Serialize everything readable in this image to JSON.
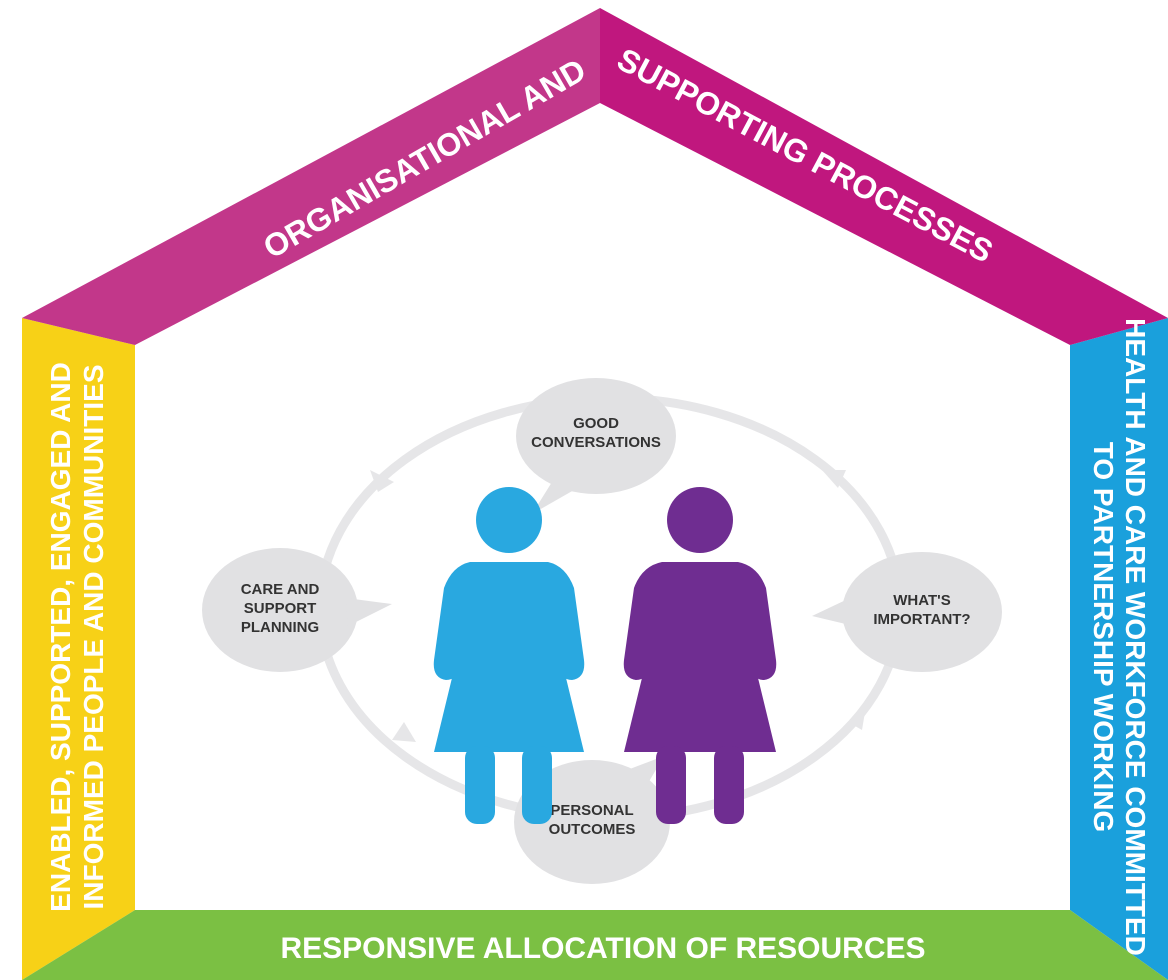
{
  "colors": {
    "roof_left": "#c2378a",
    "roof_right": "#c0177e",
    "left_wall": "#f7d117",
    "right_wall": "#1aa0dc",
    "floor": "#7bc043",
    "bubble": "#e1e1e3",
    "cycle": "#e6e6e8",
    "figure_left": "#29a8e0",
    "figure_right": "#6f2d91",
    "bubble_text": "#333333"
  },
  "roof": {
    "left_label": "ORGANISATIONAL AND",
    "right_label": "SUPPORTING PROCESSES"
  },
  "left_wall": {
    "line1": "ENABLED, SUPPORTED, ENGAGED AND",
    "line2": "INFORMED PEOPLE AND COMMUNITIES"
  },
  "right_wall": {
    "line1": "HEALTH AND CARE WORKFORCE COMMITTED",
    "line2": "TO PARTNERSHIP WORKING"
  },
  "floor": {
    "label": "RESPONSIVE ALLOCATION OF RESOURCES"
  },
  "bubbles": {
    "top": [
      "GOOD",
      "CONVERSATIONS"
    ],
    "right": [
      "WHAT'S",
      "IMPORTANT?"
    ],
    "bottom": [
      "PERSONAL",
      "OUTCOMES"
    ],
    "left": [
      "CARE AND",
      "SUPPORT",
      "PLANNING"
    ]
  },
  "icons": {
    "left_figure": "person-icon",
    "right_figure": "person-icon",
    "cycle": "cycle-arrows-icon"
  }
}
